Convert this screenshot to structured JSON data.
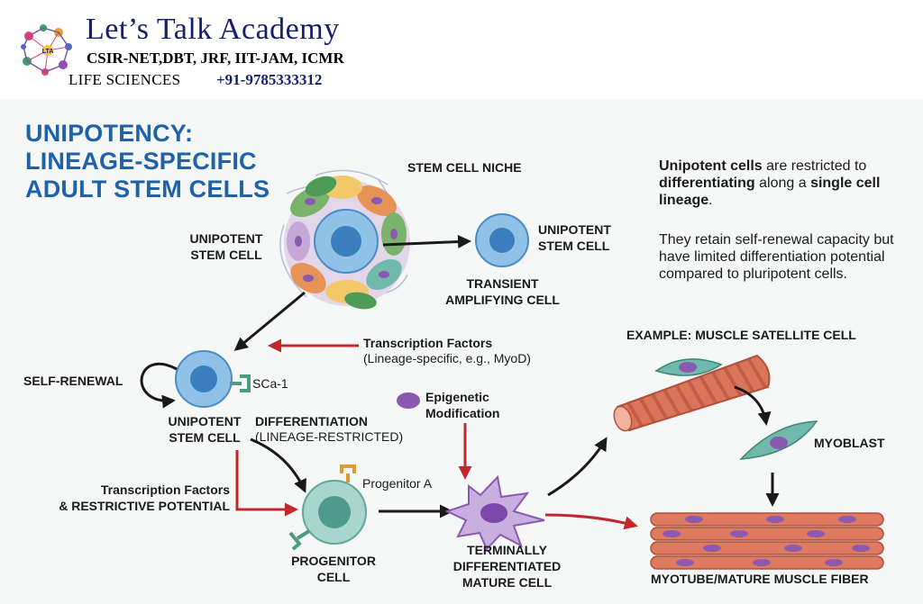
{
  "header": {
    "brand": "Let’s Talk Academy",
    "exams": "CSIR-NET,DBT, JRF, IIT-JAM, ICMR",
    "subject": "LIFE SCIENCES",
    "phone": "+91-9785333312",
    "logo_icon": "molecule-logo-icon",
    "logo_text": "LTA"
  },
  "title": {
    "line1": "UNIPOTENCY:",
    "line2": "LINEAGE-SPECIFIC",
    "line3": "ADULT STEM CELLS"
  },
  "info": {
    "p1_bold1": "Unipotent cells",
    "p1_text1": " are restricted to ",
    "p1_bold2": "differentiating",
    "p1_text2": " along a ",
    "p1_bold3": "single cell lineage",
    "p1_text3": ".",
    "p2": "They retain self-renewal capacity but have limited differentiation potential compared to pluripotent cells."
  },
  "labels": {
    "niche": "STEM CELL NICHE",
    "unipotent_top_1": "UNIPOTENT",
    "unipotent_top_2": "STEM CELL",
    "unipotent_right_1": "UNIPOTENT",
    "unipotent_right_2": "STEM CELL",
    "transient_1": "TRANSIENT",
    "transient_2": "AMPLIFYING CELL",
    "tf_top_1": "Transcription Factors",
    "tf_top_2": "(Lineage-specific, e.g., MyoD)",
    "self_renewal": "SELF-RENEWAL",
    "sca1": "SCa-1",
    "unipotent_mid_1": "UNIPOTENT",
    "unipotent_mid_2": "STEM CELL",
    "differentiation_1": "DIFFERENTIATION",
    "differentiation_2": "(LINEAGE-RESTRICTED)",
    "epigenetic_1": "Epigenetic",
    "epigenetic_2": "Modification",
    "example": "EXAMPLE: MUSCLE SATELLITE CELL",
    "myoblast": "MYOBLAST",
    "tf_left_1": "Transcription Factors",
    "tf_left_2": "& RESTRICTIVE POTENTIAL",
    "progenitor_a": "Progenitor A",
    "progenitor_1": "PROGENITOR",
    "progenitor_2": "CELL",
    "terminal_1": "TERMINALLY",
    "terminal_2": "DIFFERENTIATED",
    "terminal_3": "MATURE CELL",
    "myotube": "MYOTUBE/MATURE MUSCLE FIBER"
  },
  "colors": {
    "title_blue": "#1f62a8",
    "brand_navy": "#15206e",
    "cell_blue": "#5a9fd4",
    "nucleus_blue": "#3b7fbf",
    "teal": "#6fb9ad",
    "purple": "#8a5ab0",
    "muscle": "#d9755a",
    "arrow_red": "#c0282e",
    "arrow_black": "#1a1a1a"
  }
}
